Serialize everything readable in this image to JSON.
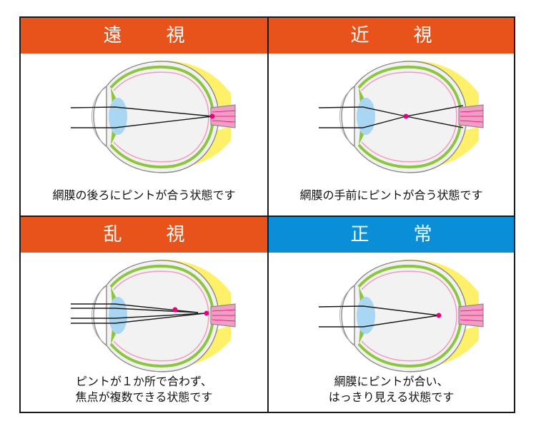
{
  "panels": [
    {
      "title": "遠　視",
      "caption": [
        "網膜の後ろにピントが合う状態です"
      ],
      "type": "hyperopia",
      "header_color": "#e8531b"
    },
    {
      "title": "近　視",
      "caption": [
        "網膜の手前にピントが合う状態です"
      ],
      "type": "myopia",
      "header_color": "#e8531b"
    },
    {
      "title": "乱　視",
      "caption": [
        "ピントが１か所で合わず、",
        "焦点が複数できる状態です"
      ],
      "type": "astigmatism",
      "header_color": "#e8531b"
    },
    {
      "title": "正　常",
      "caption": [
        "網膜にピントが合い、",
        "はっきり見える状態です"
      ],
      "type": "normal",
      "header_color": "#0a8ed8"
    }
  ],
  "colors": {
    "sclera": "#e6e6e6",
    "retina": "#f29ec4",
    "choroid": "#8cc63f",
    "fat": "#fff06a",
    "lens": "#a9d7f3",
    "focus": "#e4007f"
  }
}
